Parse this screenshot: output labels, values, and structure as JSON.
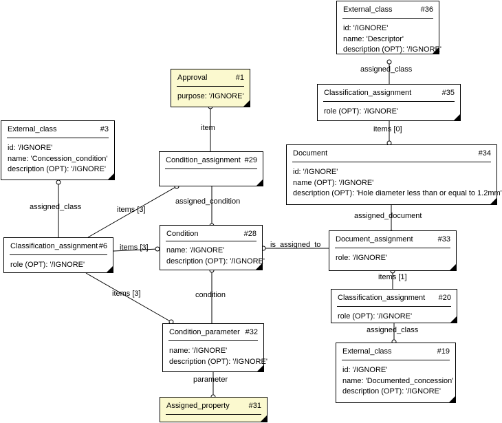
{
  "entities": {
    "e36": {
      "name": "External_class",
      "num": "#36",
      "attrs": [
        "id: '/IGNORE'",
        "name: 'Descriptor'",
        "description (OPT): '/IGNORE'"
      ]
    },
    "e35": {
      "name": "Classification_assignment",
      "num": "#35",
      "attrs": [
        "role (OPT): '/IGNORE'"
      ]
    },
    "e34": {
      "name": "Document",
      "num": "#34",
      "attrs": [
        "id: '/IGNORE'",
        "name (OPT): '/IGNORE'",
        "description (OPT): 'Hole diameter less than or equal to 1.2mm'"
      ]
    },
    "e33": {
      "name": "Document_assignment",
      "num": "#33",
      "attrs": [
        "role: '/IGNORE'"
      ]
    },
    "e20": {
      "name": "Classification_assignment",
      "num": "#20",
      "attrs": [
        "role (OPT): '/IGNORE'"
      ]
    },
    "e19": {
      "name": "External_class",
      "num": "#19",
      "attrs": [
        "id: '/IGNORE'",
        "name: 'Documented_concession'",
        "description (OPT): '/IGNORE'"
      ]
    },
    "e1": {
      "name": "Approval",
      "num": "#1",
      "attrs": [
        "purpose: '/IGNORE'"
      ]
    },
    "e3": {
      "name": "External_class",
      "num": "#3",
      "attrs": [
        "id: '/IGNORE'",
        "name: 'Concession_condition'",
        "description (OPT): '/IGNORE'"
      ]
    },
    "e29": {
      "name": "Condition_assignment",
      "num": "#29",
      "attrs": []
    },
    "e28": {
      "name": "Condition",
      "num": "#28",
      "attrs": [
        "name: '/IGNORE'",
        "description (OPT): '/IGNORE'"
      ]
    },
    "e6": {
      "name": "Classification_assignment",
      "num": "#6",
      "attrs": [
        "role (OPT): '/IGNORE'"
      ]
    },
    "e32": {
      "name": "Condition_parameter",
      "num": "#32",
      "attrs": [
        "name: '/IGNORE'",
        "description (OPT): '/IGNORE'"
      ]
    },
    "e31": {
      "name": "Assigned_property",
      "num": "#31",
      "attrs": []
    }
  },
  "labels": {
    "assigned_class_top": "assigned_class",
    "items_0": "items [0]",
    "assigned_document": "assigned_document",
    "items_1": "items [1]",
    "assigned_class_right": "assigned_class",
    "item": "item",
    "assigned_class_left": "assigned_class",
    "items_3_upper": "items [3]",
    "assigned_condition": "assigned_condition",
    "items_3_mid": "items [3]",
    "is_assigned_to": "is_assigned_to",
    "items_3_lower": "items [3]",
    "condition": "condition",
    "parameter": "parameter"
  },
  "colors": {
    "highlight": "#fbf9cf",
    "line": "#000000"
  }
}
